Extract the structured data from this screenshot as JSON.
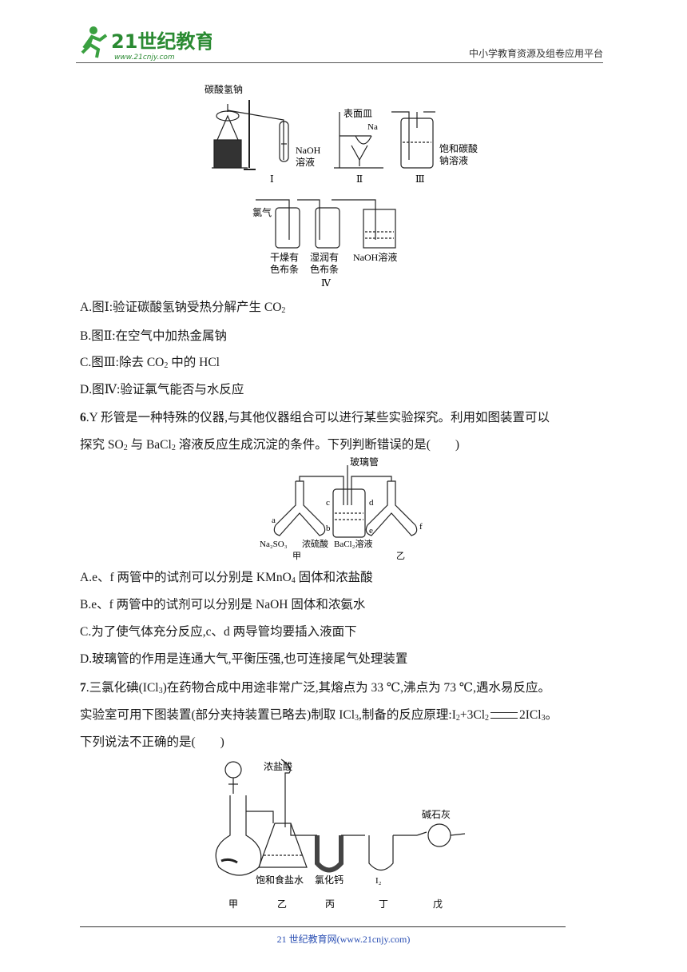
{
  "header": {
    "logo_text": "21世纪教育",
    "logo_url_text": "www.21cnjy.com",
    "right_text": "中小学教育资源及组卷应用平台"
  },
  "figure1": {
    "label_nahco3": "碳酸氢钠",
    "label_naoh1": "NaOH",
    "label_naoh2": "溶液",
    "label_watch_glass": "表面皿",
    "label_na": "Na",
    "label_sat1": "饱和碳酸",
    "label_sat2": "钠溶液",
    "roman1": "Ⅰ",
    "roman2": "Ⅱ",
    "roman3": "Ⅲ",
    "label_cl2": "氯气",
    "label_dry1": "干燥有",
    "label_dry2": "色布条",
    "label_wet1": "湿润有",
    "label_wet2": "色布条",
    "label_naoh_sol": "NaOH溶液",
    "roman4": "Ⅳ"
  },
  "q5_options": {
    "a": "A.图Ⅰ:验证碳酸氢钠受热分解产生 CO",
    "a_sub": "2",
    "b": "B.图Ⅱ:在空气中加热金属钠",
    "c_pre": "C.图Ⅲ:除去 CO",
    "c_sub": "2",
    "c_post": " 中的 HCl",
    "d": "D.图Ⅳ:验证氯气能否与水反应"
  },
  "q6": {
    "num": "6",
    "line1": ".Y 形管是一种特殊的仪器,与其他仪器组合可以进行某些实验探究。利用如图装置可以",
    "line2_a": "探究 SO",
    "line2_sub1": "2",
    "line2_b": " 与 BaCl",
    "line2_sub2": "2",
    "line2_c": " 溶液反应生成沉淀的条件。下列判断错误的是(　　)",
    "fig": {
      "glass_tube": "玻璃管",
      "a": "a",
      "b": "b",
      "c": "c",
      "d": "d",
      "e": "e",
      "f": "f",
      "na2so3": "Na₂SO₃",
      "h2so4": "浓硫酸",
      "bacl2": "BaCl₂溶液",
      "jia": "甲",
      "yi": "乙"
    },
    "opt_a_pre": "A.e、f 两管中的试剂可以分别是 KMnO",
    "opt_a_sub": "4",
    "opt_a_post": " 固体和浓盐酸",
    "opt_b": "B.e、f 两管中的试剂可以分别是 NaOH 固体和浓氨水",
    "opt_c": "C.为了使气体充分反应,c、d 两导管均要插入液面下",
    "opt_d": "D.玻璃管的作用是连通大气,平衡压强,也可连接尾气处理装置"
  },
  "q7": {
    "num": "7",
    "line1_a": ".三氯化碘(ICl",
    "line1_sub": "3",
    "line1_b": ")在药物合成中用途非常广泛,其熔点为 33 ℃,沸点为 73 ℃,遇水易反应。",
    "line2_a": "实验室可用下图装置(部分夹持装置已略去)制取 ICl",
    "line2_sub1": "3",
    "line2_b": ",制备的反应原理:I",
    "line2_sub2": "2",
    "line2_c": "+3Cl",
    "line2_sub3": "2",
    "line2_d": "2ICl",
    "line2_sub4": "3",
    "line2_e": "。",
    "line3": "下列说法不正确的是(　　)",
    "fig": {
      "conc_hcl": "浓盐酸",
      "soda_lime": "碱石灰",
      "sat_nacl": "饱和食盐水",
      "cacl2": "氯化钙",
      "i2": "I₂",
      "jia": "甲",
      "yi": "乙",
      "bing": "丙",
      "ding": "丁",
      "wu": "戊"
    }
  },
  "footer": {
    "text": "21 世纪教育网(www.21cnjy.com)"
  }
}
